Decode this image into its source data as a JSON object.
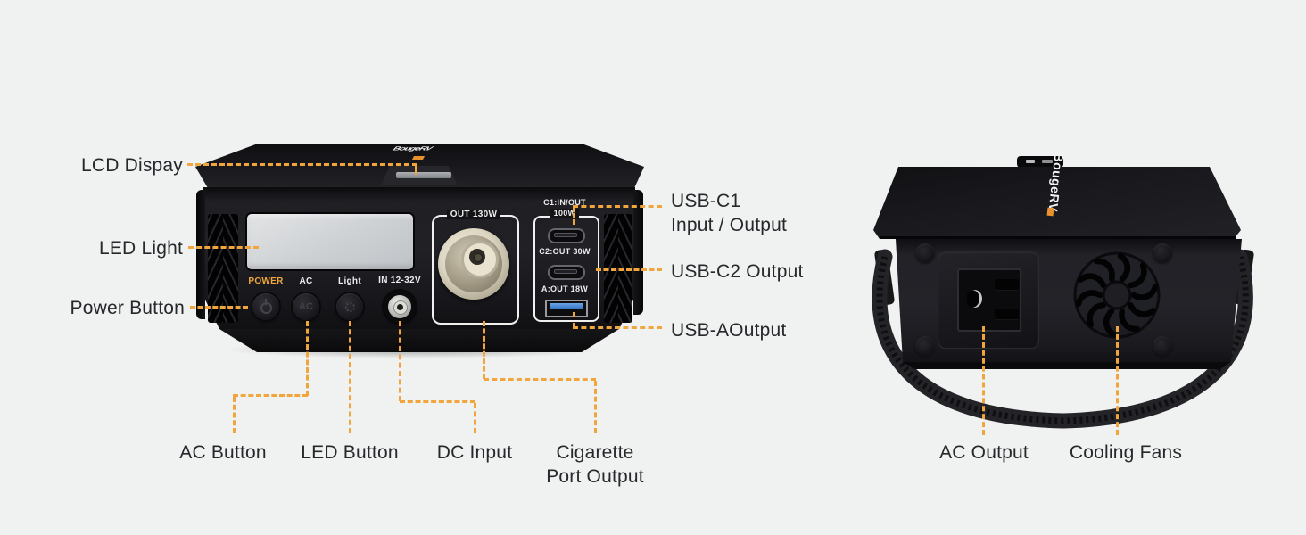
{
  "colors": {
    "background": "#F0F1F1",
    "accent": "#F0A63C",
    "device_body": "#141418",
    "label_text": "#26282B",
    "brand_orange": "#E8912D",
    "usb_a_blue": "#3F87E0"
  },
  "annotations": {
    "lcd_display": "LCD Dispay",
    "led_light": "LED Light",
    "power_button": "Power Button",
    "ac_button": "AC Button",
    "led_button": "LED Button",
    "dc_input": "DC Input",
    "cigarette_line1": "Cigarette",
    "cigarette_line2": "Port Output",
    "usb_c1_line1": "USB-C1",
    "usb_c1_line2": "Input / Output",
    "usb_c2": "USB-C2 Output",
    "usb_a": "USB-AOutput",
    "ac_output": "AC Output",
    "cooling_fans": "Cooling Fans"
  },
  "front_panel": {
    "power_label": "POWER",
    "ac_label": "AC",
    "ac_button_glyph": "AC",
    "light_label": "Light",
    "dc_in_label": "IN 12-32V",
    "cigarette_label": "OUT 130W",
    "usb_c1_label_line1": "C1:IN/OUT",
    "usb_c1_label_line2": "100W",
    "usb_c2_label": "C2:OUT 30W",
    "usb_a_label": "A:OUT 18W"
  },
  "brand": "BougeRV"
}
